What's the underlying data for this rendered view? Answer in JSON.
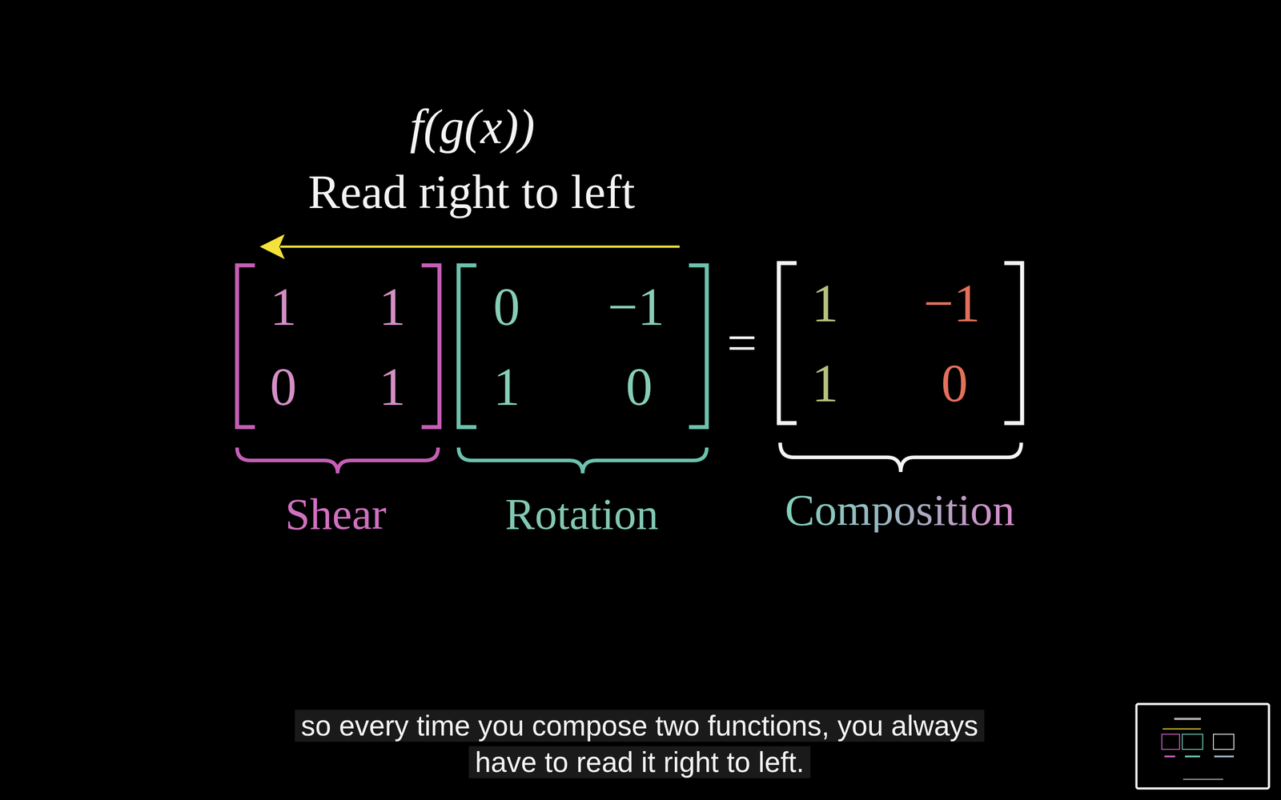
{
  "diagram": {
    "caption": "so every time you compose two functions, you always have to read it right to left.",
    "labels": [
      "f(g(x))",
      "Read right to left",
      "1",
      "1",
      "0",
      "1",
      "0",
      "−1",
      "1",
      "0",
      "=",
      "1",
      "−1",
      "1",
      "0",
      "Shear",
      "Rotation",
      "Composition"
    ]
  }
}
